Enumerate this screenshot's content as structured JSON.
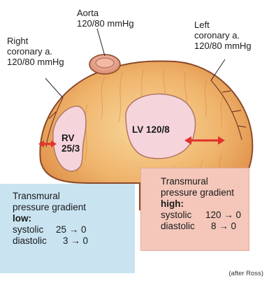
{
  "labels": {
    "aorta_name": "Aorta",
    "aorta_pressure": "120/80 mmHg",
    "right_coronary_name": "Right",
    "right_coronary_sub": "coronary a.",
    "right_coronary_pressure": "120/80 mmHg",
    "left_coronary_name": "Left",
    "left_coronary_sub": "coronary a.",
    "left_coronary_pressure": "120/80 mmHg",
    "rv_name": "RV",
    "rv_pressure": "25/3",
    "lv_label": "LV 120/8"
  },
  "boxes": {
    "low": {
      "line1": "Transmural",
      "line2": "pressure gradient",
      "line3": "low:",
      "systolic_label": "systolic",
      "systolic_value": "25 → 0",
      "diastolic_label": "diastolic",
      "diastolic_value": "3 → 0"
    },
    "high": {
      "line1": "Transmural",
      "line2": "pressure gradient",
      "line3": "high:",
      "systolic_label": "systolic",
      "systolic_value": "120 → 0",
      "diastolic_label": "diastolic",
      "diastolic_value": "8 → 0"
    }
  },
  "credit": "(after Ross)",
  "colors": {
    "myocardium": "#eaa25c",
    "myocardium_light": "#f6cf8f",
    "outline": "#8a4a2a",
    "cavity": "#f5d4dc",
    "arrow": "#e0322b",
    "box_low": "#c9e3f1",
    "box_high": "#f4c7ba"
  }
}
